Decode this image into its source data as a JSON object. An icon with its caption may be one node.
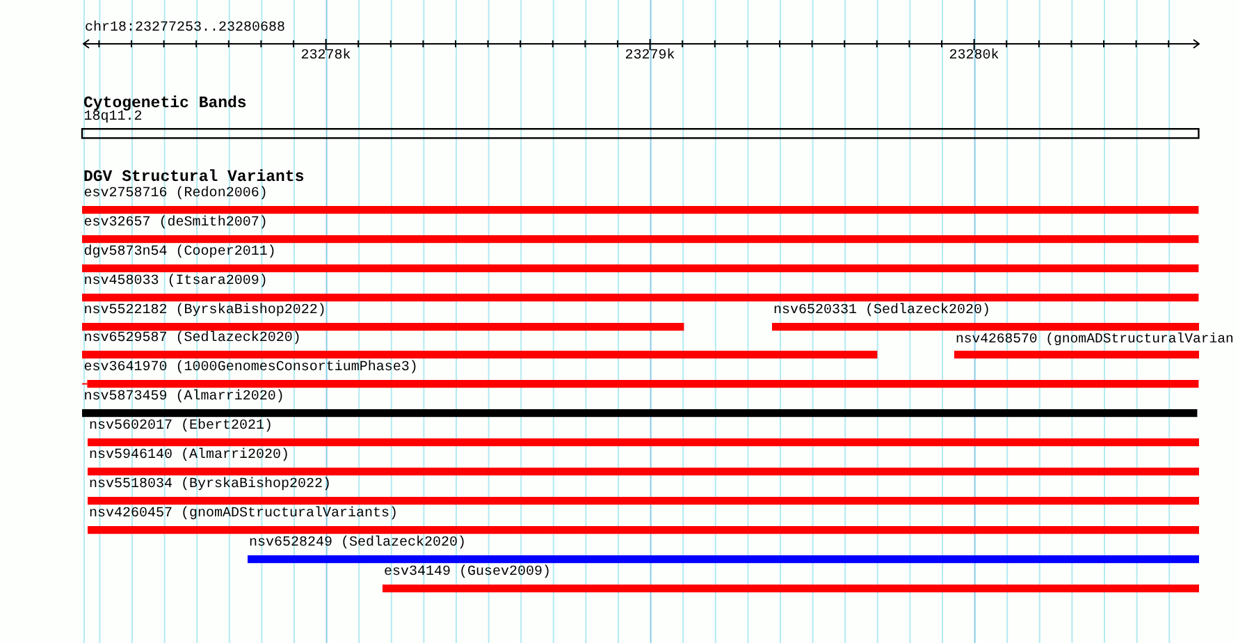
{
  "diagram": {
    "nodes": [
      {
        "text": [
          "18q11.2"
        ]
      },
      {
        "text": [
          "esv2758716 (Redon2006)"
        ]
      },
      {
        "text": [
          "esv32657 (deSmith2007)"
        ]
      },
      {
        "text": [
          "dgv5873n54 (Cooper2011)"
        ]
      },
      {
        "text": [
          "nsv458033 (Itsara2009)"
        ]
      },
      {
        "text": [
          "nsv5522182 (ByrskaBishop2022)"
        ]
      },
      {
        "text": [
          "nsv6520331 (Sedlazeck2020)"
        ]
      },
      {
        "text": [
          "nsv6529587 (Sedlazeck2020)"
        ]
      },
      {
        "text": [
          "nsv4268570 (gnomADStructuralVarian"
        ]
      },
      {
        "text": [
          "esv3641970 (1000GenomesConsortiumPhase3)"
        ]
      },
      {
        "text": [
          "nsv5873459 (Almarri2020)"
        ]
      },
      {
        "text": [
          "nsv5602017 (Ebert2021)"
        ]
      },
      {
        "text": [
          "nsv5946140 (Almarri2020)"
        ]
      },
      {
        "text": [
          "nsv5518034 (ByrskaBishop2022)"
        ]
      },
      {
        "text": [
          "nsv4260457 (gnomADStructuralVariants)"
        ]
      },
      {
        "text": [
          "nsv6528249 (Sedlazeck2020)"
        ]
      },
      {
        "text": [
          "esv34149 (Gusev2009)"
        ]
      }
    ],
    "labels": [
      "chr18:23277253..23280688",
      "23278k",
      "23279k",
      "23280k",
      "Cytogenetic Bands",
      "DGV Structural Variants"
    ]
  }
}
